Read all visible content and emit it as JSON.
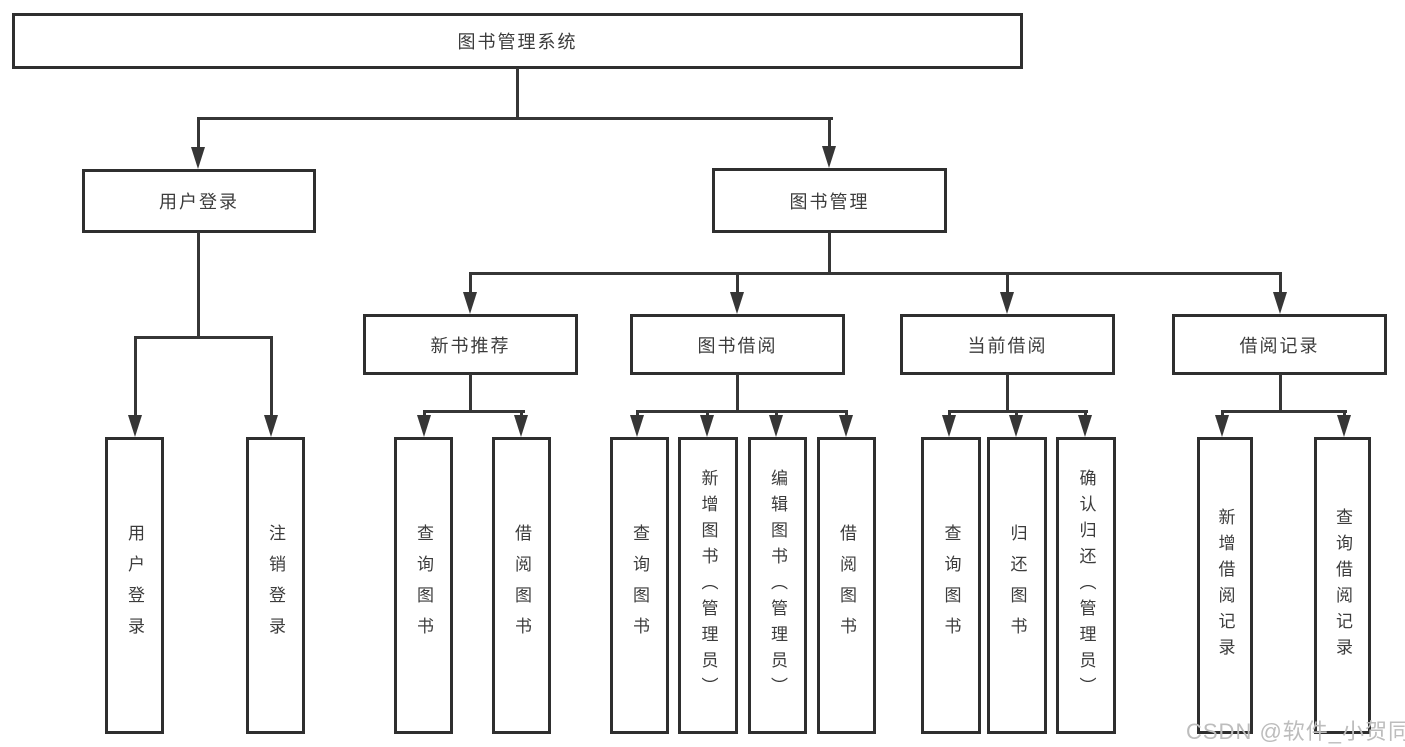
{
  "diagram": {
    "root": {
      "label": "图书管理系统"
    },
    "level2": [
      {
        "label": "用户登录",
        "children": [
          "用户登录",
          "注销登录"
        ]
      },
      {
        "label": "图书管理",
        "children": [
          {
            "label": "新书推荐",
            "children": [
              "查询图书",
              "借阅图书"
            ]
          },
          {
            "label": "图书借阅",
            "children": [
              "查询图书",
              "新增图书（管理员）",
              "编辑图书（管理员）",
              "借阅图书"
            ]
          },
          {
            "label": "当前借阅",
            "children": [
              "查询图书",
              "归还图书",
              "确认归还（管理员）"
            ]
          },
          {
            "label": "借阅记录",
            "children": [
              "新增借阅记录",
              "查询借阅记录"
            ]
          }
        ]
      }
    ]
  },
  "watermark": {
    "text": "CSDN @软件_小贺同学",
    "color": "#bdbdbd"
  },
  "colors": {
    "line": "#363636",
    "box_border": "#2f2f2f",
    "text": "#3c3c3c",
    "background": "#ffffff"
  }
}
